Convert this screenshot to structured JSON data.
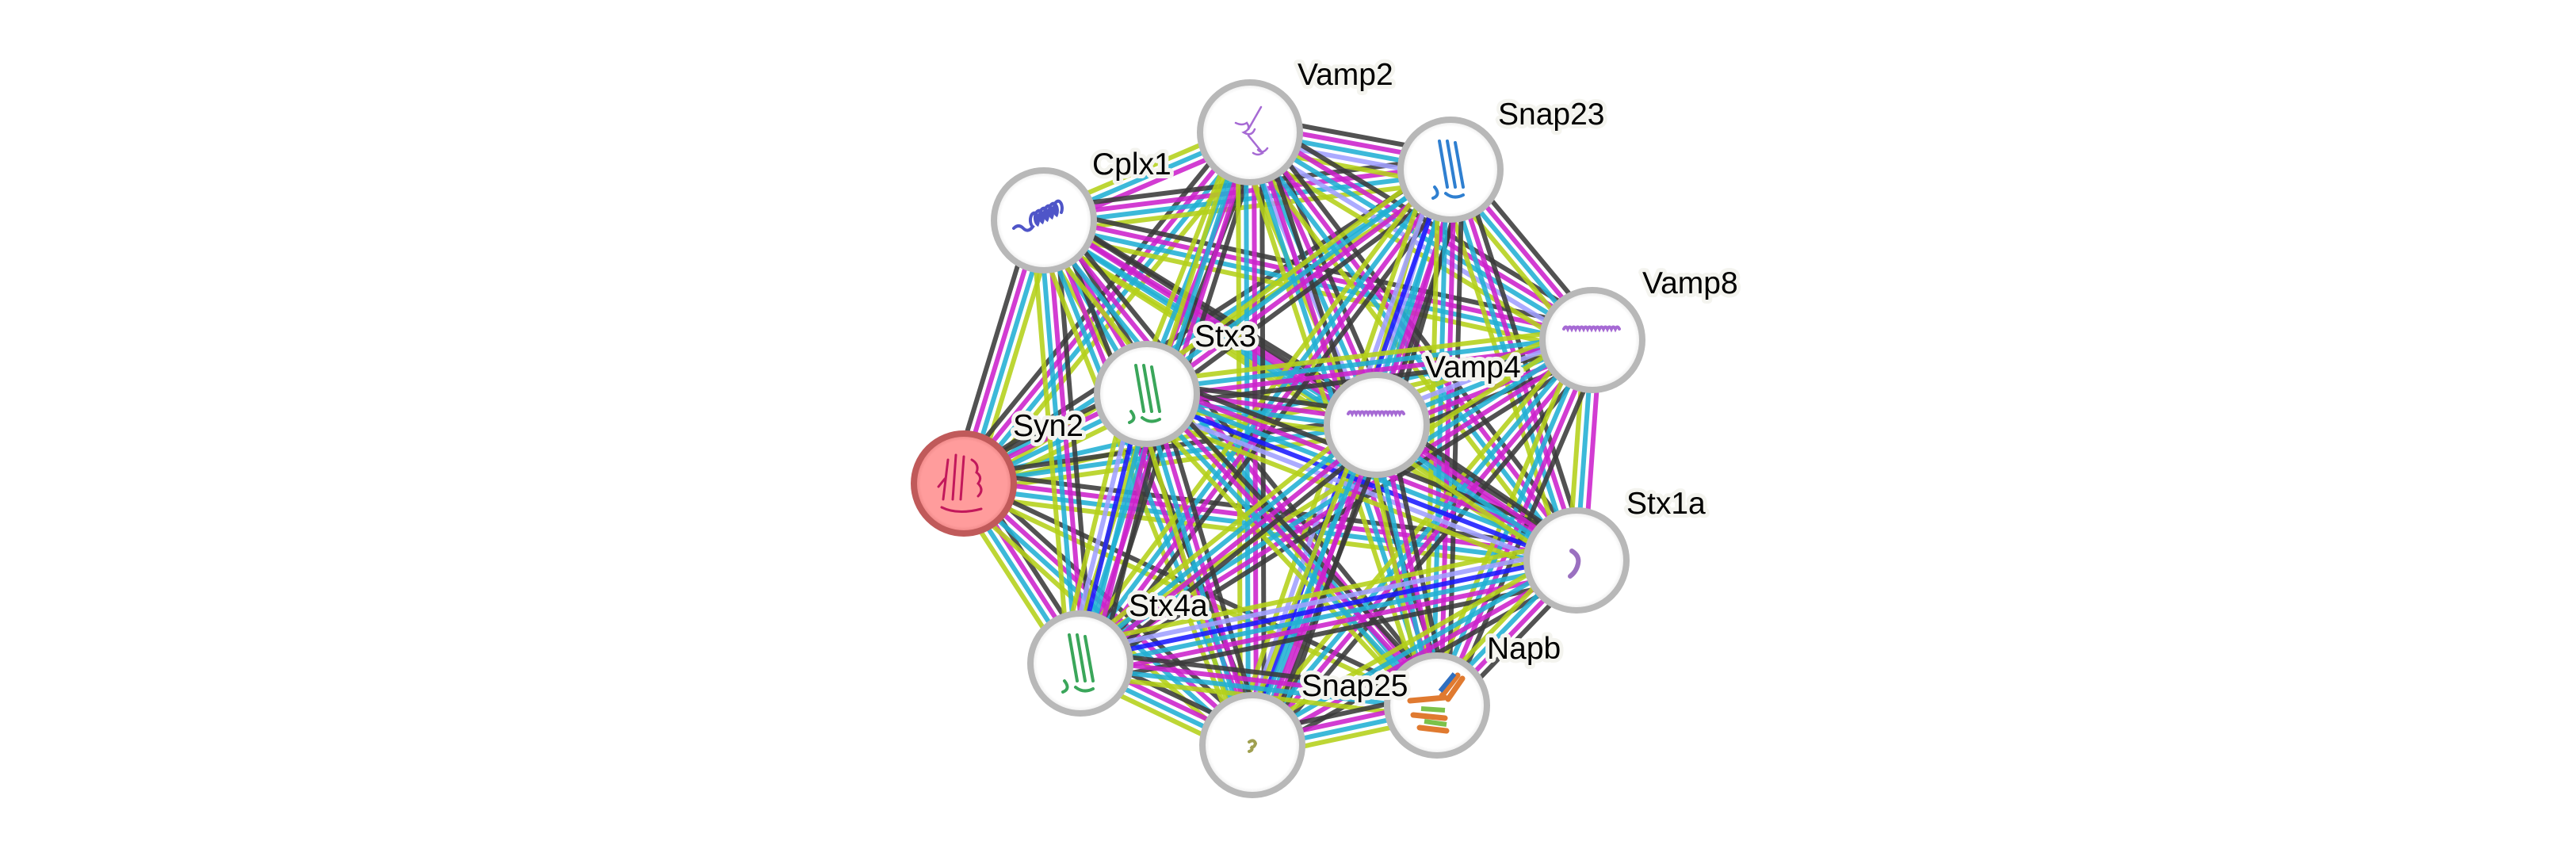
{
  "network": {
    "colors": {
      "background": "#ffffff",
      "node_fill": "#ffffff",
      "node_ring": "#b8b8b8",
      "query_fill": "#ff9c9c",
      "query_ring": "#c05a5a",
      "label_halo": "#f4f4ef",
      "label_text": "#000000"
    },
    "nodes": [
      {
        "id": "Syn2",
        "label": "Syn2",
        "query": true,
        "glyph": "beta-sheet-structure-icon",
        "glyph_color": "#c2185b"
      },
      {
        "id": "Cplx1",
        "label": "Cplx1",
        "query": false,
        "glyph": "helix-structure-icon",
        "glyph_color": "#4f55c8"
      },
      {
        "id": "Vamp2",
        "label": "Vamp2",
        "query": false,
        "glyph": "coil-structure-icon",
        "glyph_color": "#a66ad4"
      },
      {
        "id": "Snap23",
        "label": "Snap23",
        "query": false,
        "glyph": "helix-bundle-structure-icon",
        "glyph_color": "#2f7fd0"
      },
      {
        "id": "Vamp8",
        "label": "Vamp8",
        "query": false,
        "glyph": "long-helix-structure-icon",
        "glyph_color": "#a66ad4"
      },
      {
        "id": "Stx3",
        "label": "Stx3",
        "query": false,
        "glyph": "helix-bundle-structure-icon",
        "glyph_color": "#3aa65a"
      },
      {
        "id": "Vamp4",
        "label": "Vamp4",
        "query": false,
        "glyph": "long-helix-structure-icon",
        "glyph_color": "#a66ad4"
      },
      {
        "id": "Stx1a",
        "label": "Stx1a",
        "query": false,
        "glyph": "short-helix-structure-icon",
        "glyph_color": "#9a70c0"
      },
      {
        "id": "Stx4a",
        "label": "Stx4a",
        "query": false,
        "glyph": "helix-bundle-structure-icon",
        "glyph_color": "#3aa65a"
      },
      {
        "id": "Snap25",
        "label": "Snap25",
        "query": false,
        "glyph": "small-structure-icon",
        "glyph_color": "#a0a050"
      },
      {
        "id": "Napb",
        "label": "Napb",
        "query": false,
        "glyph": "globular-structure-icon",
        "glyph_color": "#e07a30"
      }
    ],
    "line_colors": {
      "k": "#3b3b3b",
      "m": "#cc22cc",
      "c": "#22b0d4",
      "l": "#b5d11a",
      "p": "#a0a0ff",
      "b": "#1a1aff"
    },
    "edges": [
      {
        "a": "Syn2",
        "b": "Cplx1",
        "lines": "kmcl"
      },
      {
        "a": "Syn2",
        "b": "Vamp2",
        "lines": "kmcl"
      },
      {
        "a": "Syn2",
        "b": "Snap23",
        "lines": "kcl"
      },
      {
        "a": "Syn2",
        "b": "Vamp8",
        "lines": "cl"
      },
      {
        "a": "Syn2",
        "b": "Stx3",
        "lines": "kmcl"
      },
      {
        "a": "Syn2",
        "b": "Vamp4",
        "lines": "kcl"
      },
      {
        "a": "Syn2",
        "b": "Stx1a",
        "lines": "kmcl"
      },
      {
        "a": "Syn2",
        "b": "Stx4a",
        "lines": "kmcl"
      },
      {
        "a": "Syn2",
        "b": "Snap25",
        "lines": "kmcl"
      },
      {
        "a": "Syn2",
        "b": "Napb",
        "lines": "kl"
      },
      {
        "a": "Cplx1",
        "b": "Vamp2",
        "lines": "lcm"
      },
      {
        "a": "Cplx1",
        "b": "Snap23",
        "lines": "kmcl"
      },
      {
        "a": "Cplx1",
        "b": "Vamp8",
        "lines": "kmcl"
      },
      {
        "a": "Cplx1",
        "b": "Stx3",
        "lines": "kmcl"
      },
      {
        "a": "Cplx1",
        "b": "Vamp4",
        "lines": "kmcl"
      },
      {
        "a": "Cplx1",
        "b": "Stx1a",
        "lines": "kmcl"
      },
      {
        "a": "Cplx1",
        "b": "Stx4a",
        "lines": "kmcl"
      },
      {
        "a": "Cplx1",
        "b": "Snap25",
        "lines": "kmcl"
      },
      {
        "a": "Cplx1",
        "b": "Napb",
        "lines": "kmcl"
      },
      {
        "a": "Vamp2",
        "b": "Snap23",
        "lines": "kmcpl"
      },
      {
        "a": "Vamp2",
        "b": "Vamp8",
        "lines": "kmcpl"
      },
      {
        "a": "Vamp2",
        "b": "Stx3",
        "lines": "kmcl"
      },
      {
        "a": "Vamp2",
        "b": "Vamp4",
        "lines": "kmcpl"
      },
      {
        "a": "Vamp2",
        "b": "Stx1a",
        "lines": "kmcl"
      },
      {
        "a": "Vamp2",
        "b": "Stx4a",
        "lines": "kmcl"
      },
      {
        "a": "Vamp2",
        "b": "Snap25",
        "lines": "kmcl"
      },
      {
        "a": "Vamp2",
        "b": "Napb",
        "lines": "kmcl"
      },
      {
        "a": "Snap23",
        "b": "Vamp8",
        "lines": "kmcl"
      },
      {
        "a": "Snap23",
        "b": "Stx3",
        "lines": "kmcl"
      },
      {
        "a": "Snap23",
        "b": "Vamp4",
        "lines": "kmcpl"
      },
      {
        "a": "Snap23",
        "b": "Stx1a",
        "lines": "kmcl"
      },
      {
        "a": "Snap23",
        "b": "Stx4a",
        "lines": "kmcl"
      },
      {
        "a": "Snap23",
        "b": "Snap25",
        "lines": "kmcbpl"
      },
      {
        "a": "Snap23",
        "b": "Napb",
        "lines": "kmcl"
      },
      {
        "a": "Vamp8",
        "b": "Stx3",
        "lines": "kmcl"
      },
      {
        "a": "Vamp8",
        "b": "Vamp4",
        "lines": "kmcpl"
      },
      {
        "a": "Vamp8",
        "b": "Stx1a",
        "lines": "mcl"
      },
      {
        "a": "Vamp8",
        "b": "Stx4a",
        "lines": "kmcl"
      },
      {
        "a": "Vamp8",
        "b": "Snap25",
        "lines": "kmcl"
      },
      {
        "a": "Vamp8",
        "b": "Napb",
        "lines": "kmcl"
      },
      {
        "a": "Stx3",
        "b": "Vamp4",
        "lines": "kmcl"
      },
      {
        "a": "Stx3",
        "b": "Stx1a",
        "lines": "kmcbpl"
      },
      {
        "a": "Stx3",
        "b": "Stx4a",
        "lines": "kmcbpl"
      },
      {
        "a": "Stx3",
        "b": "Snap25",
        "lines": "kmcl"
      },
      {
        "a": "Stx3",
        "b": "Napb",
        "lines": "kmcl"
      },
      {
        "a": "Vamp4",
        "b": "Stx1a",
        "lines": "kmcl"
      },
      {
        "a": "Vamp4",
        "b": "Stx4a",
        "lines": "kmcl"
      },
      {
        "a": "Vamp4",
        "b": "Snap25",
        "lines": "kmcl"
      },
      {
        "a": "Vamp4",
        "b": "Napb",
        "lines": "kmcl"
      },
      {
        "a": "Stx1a",
        "b": "Stx4a",
        "lines": "kmcbpl"
      },
      {
        "a": "Stx1a",
        "b": "Snap25",
        "lines": "kmcl"
      },
      {
        "a": "Stx1a",
        "b": "Napb",
        "lines": "kmcl"
      },
      {
        "a": "Stx4a",
        "b": "Snap25",
        "lines": "kmcl"
      },
      {
        "a": "Stx4a",
        "b": "Napb",
        "lines": "kmcl"
      },
      {
        "a": "Snap25",
        "b": "Napb",
        "lines": "kmcl"
      }
    ]
  }
}
